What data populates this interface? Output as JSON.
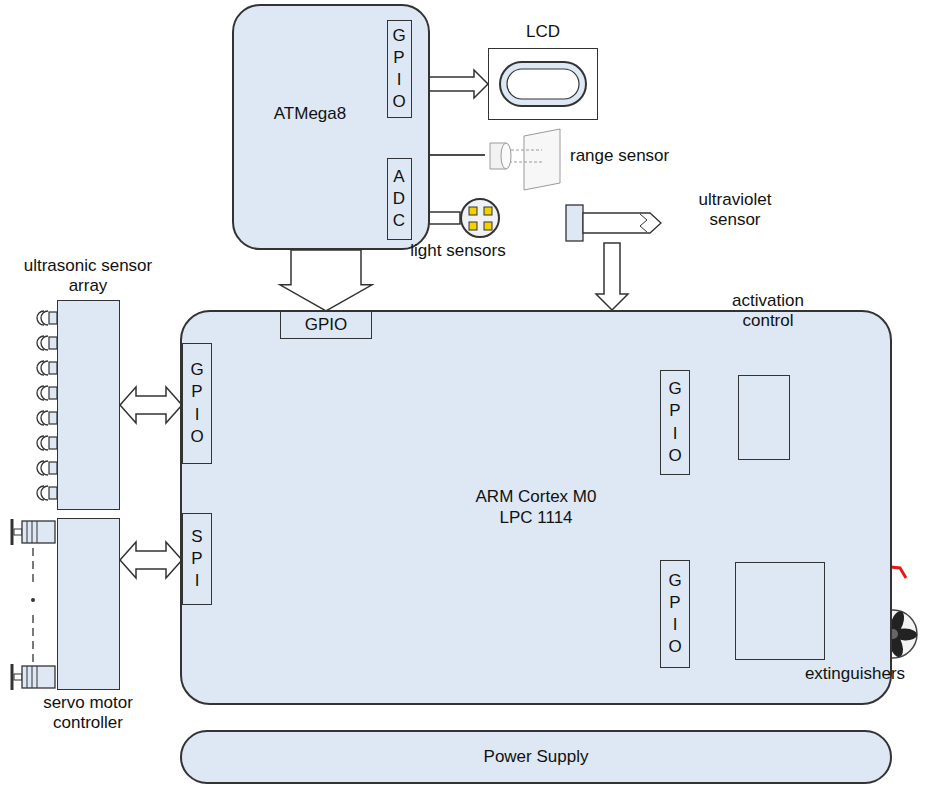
{
  "diagram": {
    "nodes": [
      {
        "text": [
          "ATMega8"
        ]
      },
      {
        "text": [
          "G P I O"
        ],
        "in": 0
      },
      {
        "text": [
          "A D C"
        ],
        "in": 0
      },
      {
        "text": [
          "LCD"
        ]
      },
      {
        "text": [
          "range sensor"
        ]
      },
      {
        "text": [
          "light sensors"
        ]
      },
      {
        "text": [
          "ultraviolet sensor"
        ]
      },
      {
        "text": [
          "ultrasonic sensor array"
        ]
      },
      {
        "text": [
          "ARM Cortex M0 LPC 1114"
        ]
      },
      {
        "text": [
          "GPIO"
        ],
        "in": 8
      },
      {
        "text": [
          "G P I O"
        ],
        "in": 8
      },
      {
        "text": [
          "S P I"
        ],
        "in": 8
      },
      {
        "text": [
          "G P I O"
        ],
        "in": 8
      },
      {
        "text": [
          "G P I O"
        ],
        "in": 8
      },
      {
        "text": [
          "activation control"
        ]
      },
      {
        "text": [
          "servo motor controller"
        ]
      },
      {
        "text": [
          "extinguishers"
        ]
      },
      {
        "text": [
          "Power Supply"
        ]
      }
    ],
    "edges": [
      {
        "from": 1,
        "to": 3,
        "arrow": "both"
      },
      {
        "from": 4,
        "to": 2,
        "arrow": "to"
      },
      {
        "from": 5,
        "to": 2,
        "arrow": "to"
      },
      {
        "from": 0,
        "to": 9,
        "arrow": "to"
      },
      {
        "from": 6,
        "to": 8,
        "arrow": "to"
      },
      {
        "from": 7,
        "to": 10,
        "arrow": "both"
      },
      {
        "from": 15,
        "to": 11,
        "arrow": "both"
      },
      {
        "from": 14,
        "to": 12,
        "arrow": "to"
      },
      {
        "from": 16,
        "to": 13,
        "arrow": "to"
      }
    ]
  }
}
